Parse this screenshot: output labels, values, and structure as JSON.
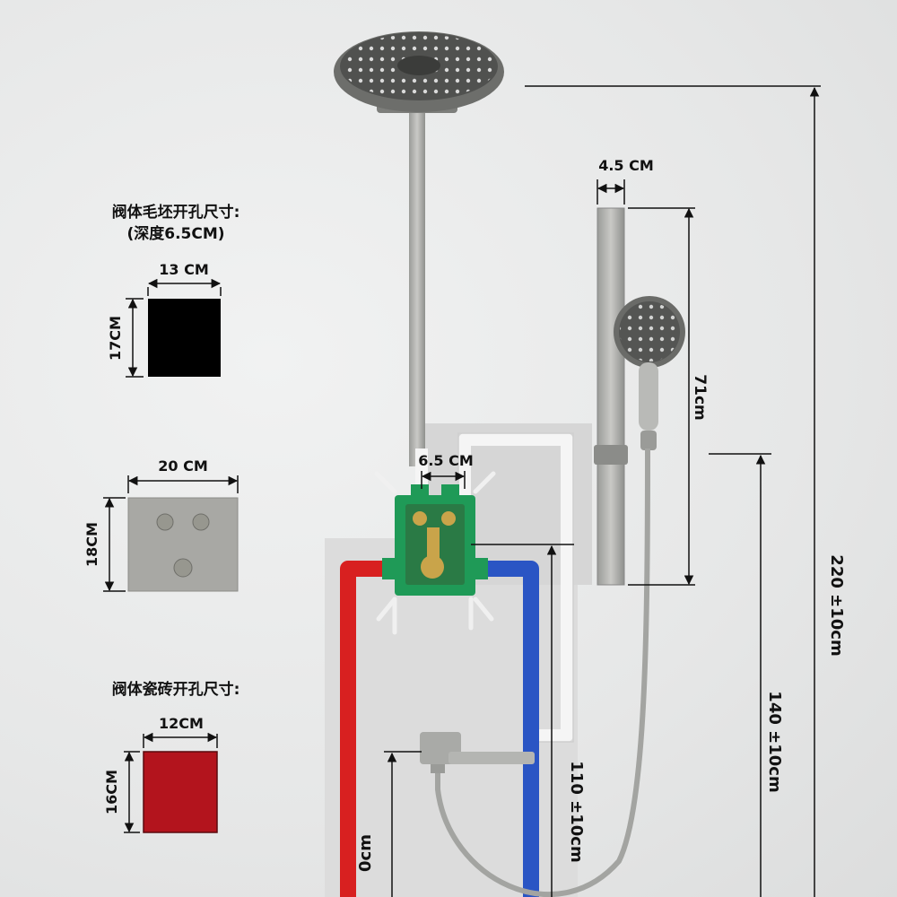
{
  "left_panel": {
    "rough_title": "阀体毛坯开孔尺寸:",
    "rough_depth": "(深度6.5CM)",
    "rough_width": "13 CM",
    "rough_height": "17CM",
    "panel_width": "20 CM",
    "panel_height": "18CM",
    "tile_title": "阀体瓷砖开孔尺寸:",
    "tile_width": "12CM",
    "tile_height": "16CM"
  },
  "dimensions": {
    "rail_width": "4.5 CM",
    "rail_length": "71cm",
    "valve_depth": "6.5 CM",
    "total_height": "220 ±10cm",
    "handshower_height": "140 ±10cm",
    "valve_height": "110 ±10cm",
    "spout_height": "0cm"
  },
  "colors": {
    "rough_box": "#000000",
    "tile_box": "#b3141d",
    "hot_pipe": "#d82020",
    "cold_pipe": "#2a55c4",
    "valve_body": "#1f9a57"
  }
}
